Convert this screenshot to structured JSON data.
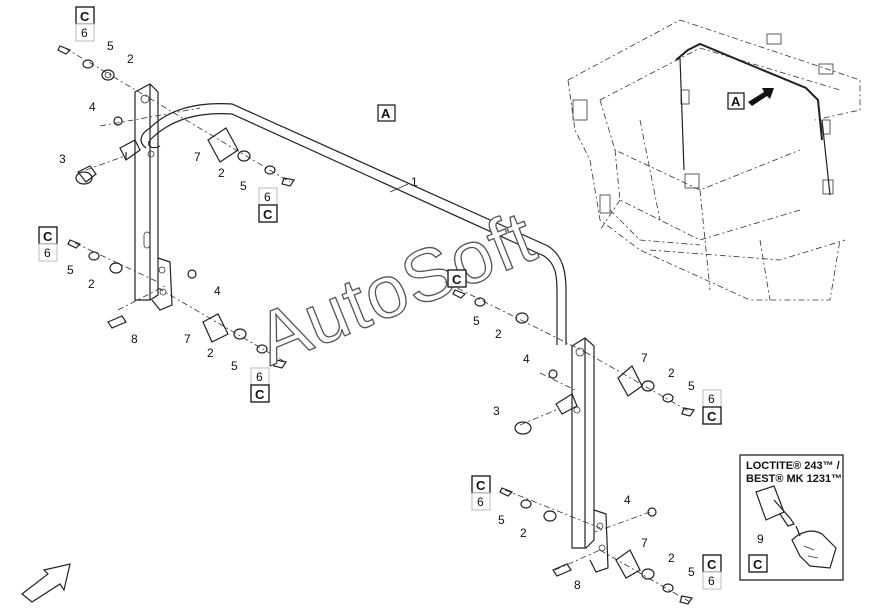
{
  "reference_labels": {
    "view_a": "A",
    "kit_c": "C",
    "kit_c_qty": "6"
  },
  "part_numbers": {
    "frame": "1",
    "washer_2": "2",
    "knob": "3",
    "nut": "4",
    "washer_5": "5",
    "bolt_6": "6",
    "spacer": "7",
    "bolt_8": "8",
    "adhesive": "9"
  },
  "loctite": {
    "line1": "LOCTITE® 243™ /",
    "line2": "BEST® MK 1231™",
    "item": "9",
    "kit": "C"
  },
  "watermark": "AutoSoft",
  "icons": {
    "direction": "arrow-down-left-icon",
    "loctite_bottle": "adhesive-bottle-icon"
  }
}
